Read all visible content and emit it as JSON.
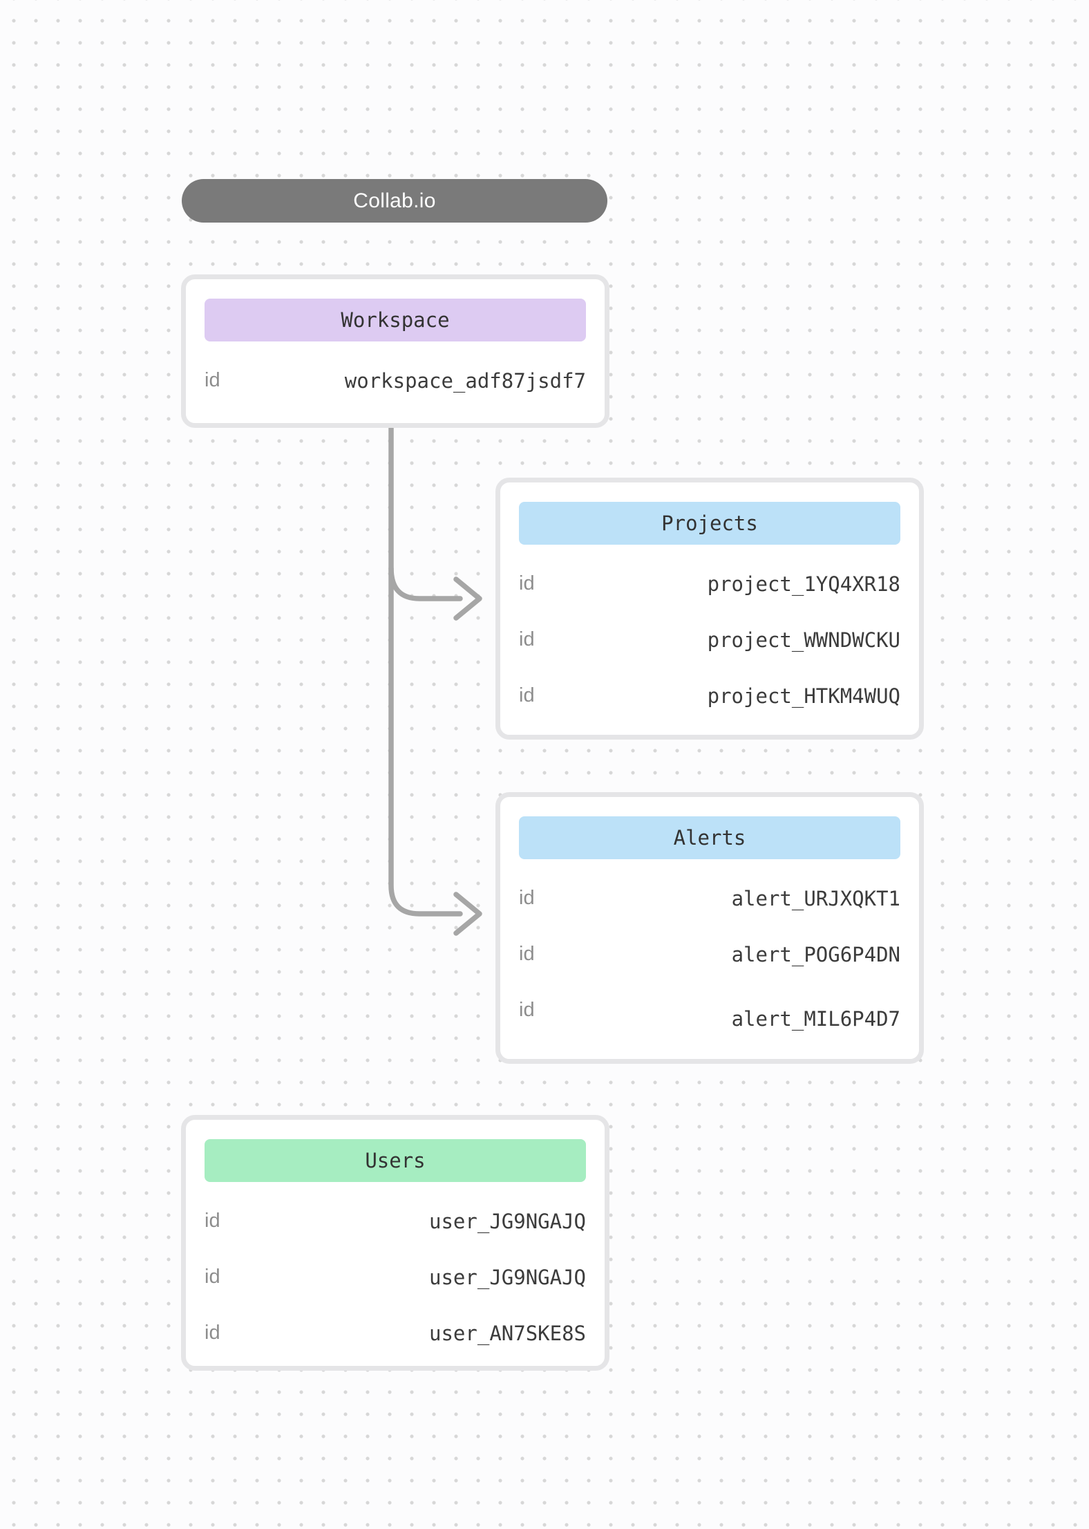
{
  "app": {
    "title": "Collab.io"
  },
  "colors": {
    "canvas-bg": "#fcfcfd",
    "dot": "#d7d7d7",
    "pill-bg": "#7a7a7a",
    "pill-text": "#ffffff",
    "box-bg": "#ffffff",
    "box-border": "#e5e5e7",
    "header-purple": "#ddcbf2",
    "header-blue": "#bce1f8",
    "header-green": "#a6edc1",
    "header-text": "#333333",
    "label-text": "#8d8d8d",
    "value-text": "#3c3c3c",
    "connector": "#a6a6a6"
  },
  "entities": [
    {
      "title": "Workspace",
      "header_color": "purple",
      "rows": [
        {
          "label": "id",
          "value": "workspace_adf87jsdf7"
        }
      ]
    },
    {
      "title": "Projects",
      "header_color": "blue",
      "rows": [
        {
          "label": "id",
          "value": "project_1YQ4XR18"
        },
        {
          "label": "id",
          "value": "project_WWNDWCKU"
        },
        {
          "label": "id",
          "value": "project_HTKM4WUQ"
        }
      ]
    },
    {
      "title": "Alerts",
      "header_color": "blue",
      "rows": [
        {
          "label": "id",
          "value": "alert_URJXQKT1"
        },
        {
          "label": "id",
          "value": "alert_POG6P4DN"
        },
        {
          "label": "id",
          "value": "alert_MIL6P4D7"
        }
      ]
    },
    {
      "title": "Users",
      "header_color": "green",
      "rows": [
        {
          "label": "id",
          "value": "user_JG9NGAJQ"
        },
        {
          "label": "id",
          "value": "user_JG9NGAJQ"
        },
        {
          "label": "id",
          "value": "user_AN7SKE8S"
        }
      ]
    }
  ]
}
